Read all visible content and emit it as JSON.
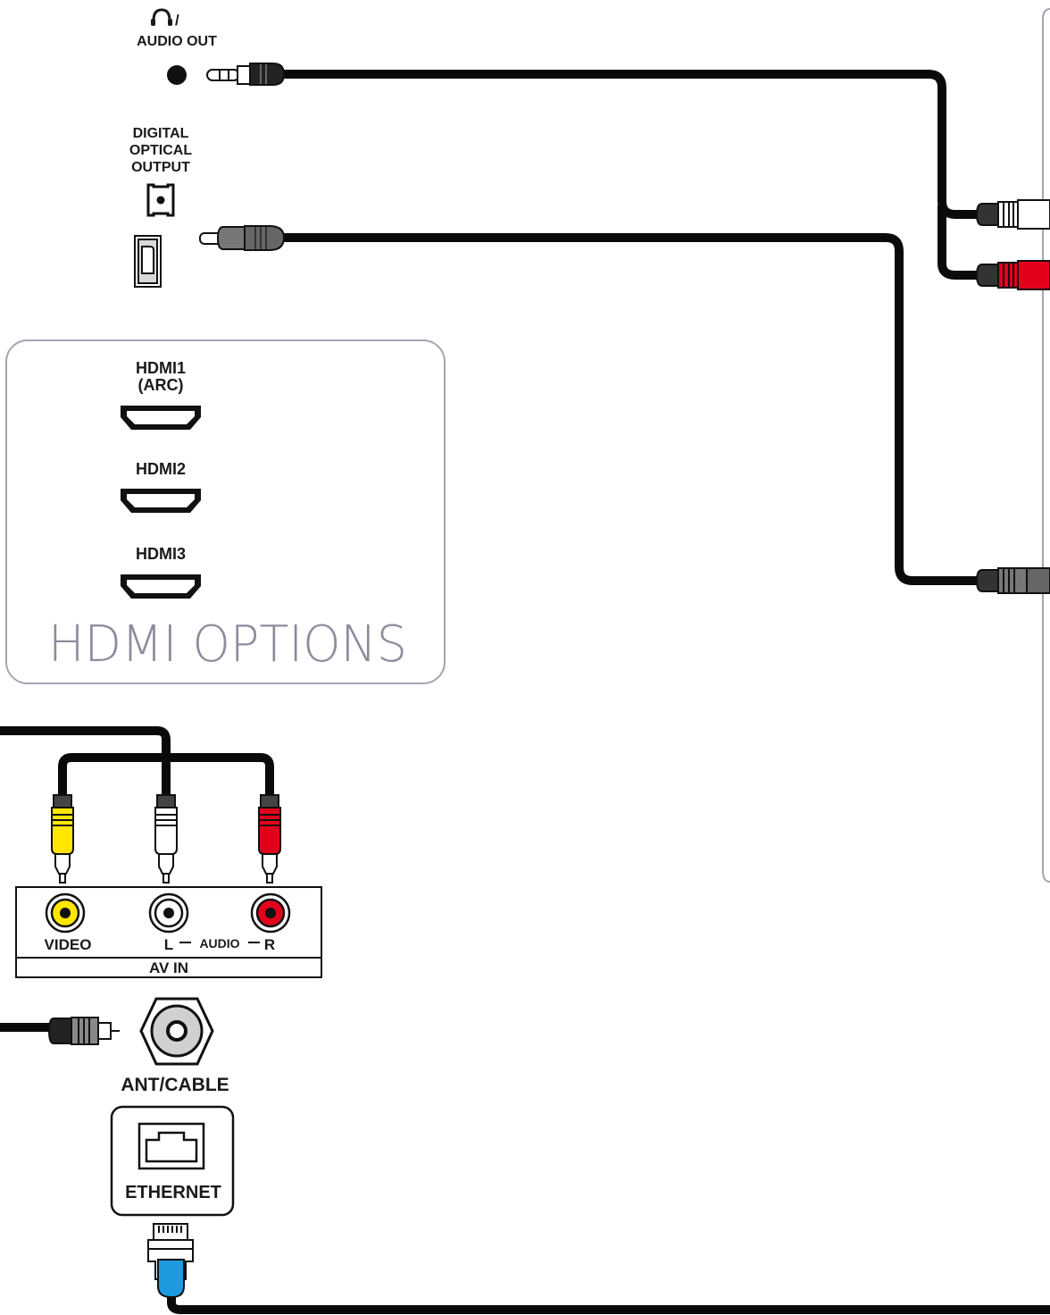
{
  "audio_out": {
    "label": "AUDIO OUT"
  },
  "optical": {
    "line1": "DIGITAL",
    "line2": "OPTICAL",
    "line3": "OUTPUT"
  },
  "hdmi": {
    "ports": [
      {
        "line1": "HDMI1",
        "line2": "(ARC)"
      },
      {
        "line1": "HDMI2"
      },
      {
        "line1": "HDMI3"
      }
    ],
    "title": "HDMI OPTIONS"
  },
  "av_in": {
    "video": "VIDEO",
    "left": "L",
    "audio": "AUDIO",
    "right": "R",
    "title": "AV IN"
  },
  "antenna": {
    "label": "ANT/CABLE"
  },
  "ethernet": {
    "label": "ETHERNET"
  },
  "colors": {
    "cable": "#0a0a0a",
    "yellow": "#ffe600",
    "white": "#ffffff",
    "red": "#e3001b",
    "blue": "#1e9be0",
    "panel_border": "#a7a3b0",
    "title_gray": "#8c8c9c"
  }
}
